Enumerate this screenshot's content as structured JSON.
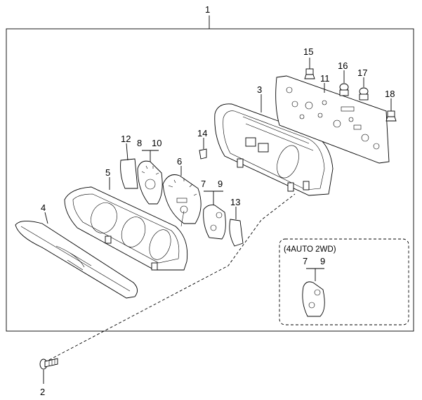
{
  "callouts": {
    "c1": "1",
    "c2": "2",
    "c3": "3",
    "c4": "4",
    "c5": "5",
    "c6": "6",
    "c7": "7",
    "c8": "8",
    "c9": "9",
    "c10": "10",
    "c11": "11",
    "c12": "12",
    "c13": "13",
    "c14": "14",
    "c15": "15",
    "c16": "16",
    "c17": "17",
    "c18": "18",
    "c7b": "7",
    "c9b": "9"
  },
  "variant_box": {
    "label": "(4AUTO 2WD)"
  }
}
